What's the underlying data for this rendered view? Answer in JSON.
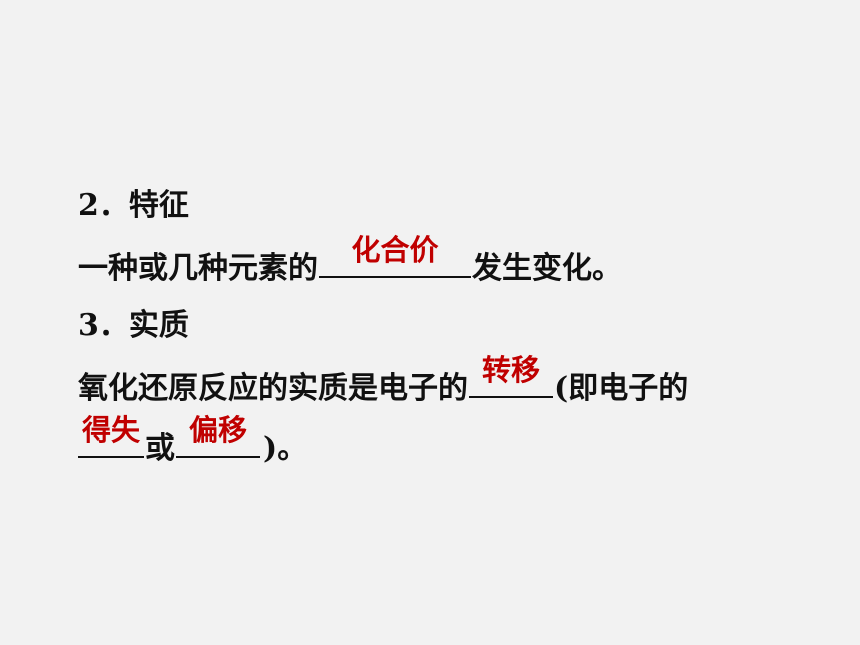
{
  "colors": {
    "background": "#f2f2f2",
    "text": "#111111",
    "answer": "#c00000"
  },
  "section2": {
    "heading": "2．特征",
    "sentence_before": "一种或几种元素的",
    "answer": "化合价",
    "sentence_after": "发生变化。"
  },
  "section3": {
    "heading": "3．实质",
    "sentence_line1_before": "氧化还原反应的实质是电子的",
    "answer1": "转移",
    "sentence_line1_after": "(即电子的",
    "answer2": "得失",
    "connector": "或",
    "answer3": "偏移",
    "sentence_line2_after": ")。"
  }
}
